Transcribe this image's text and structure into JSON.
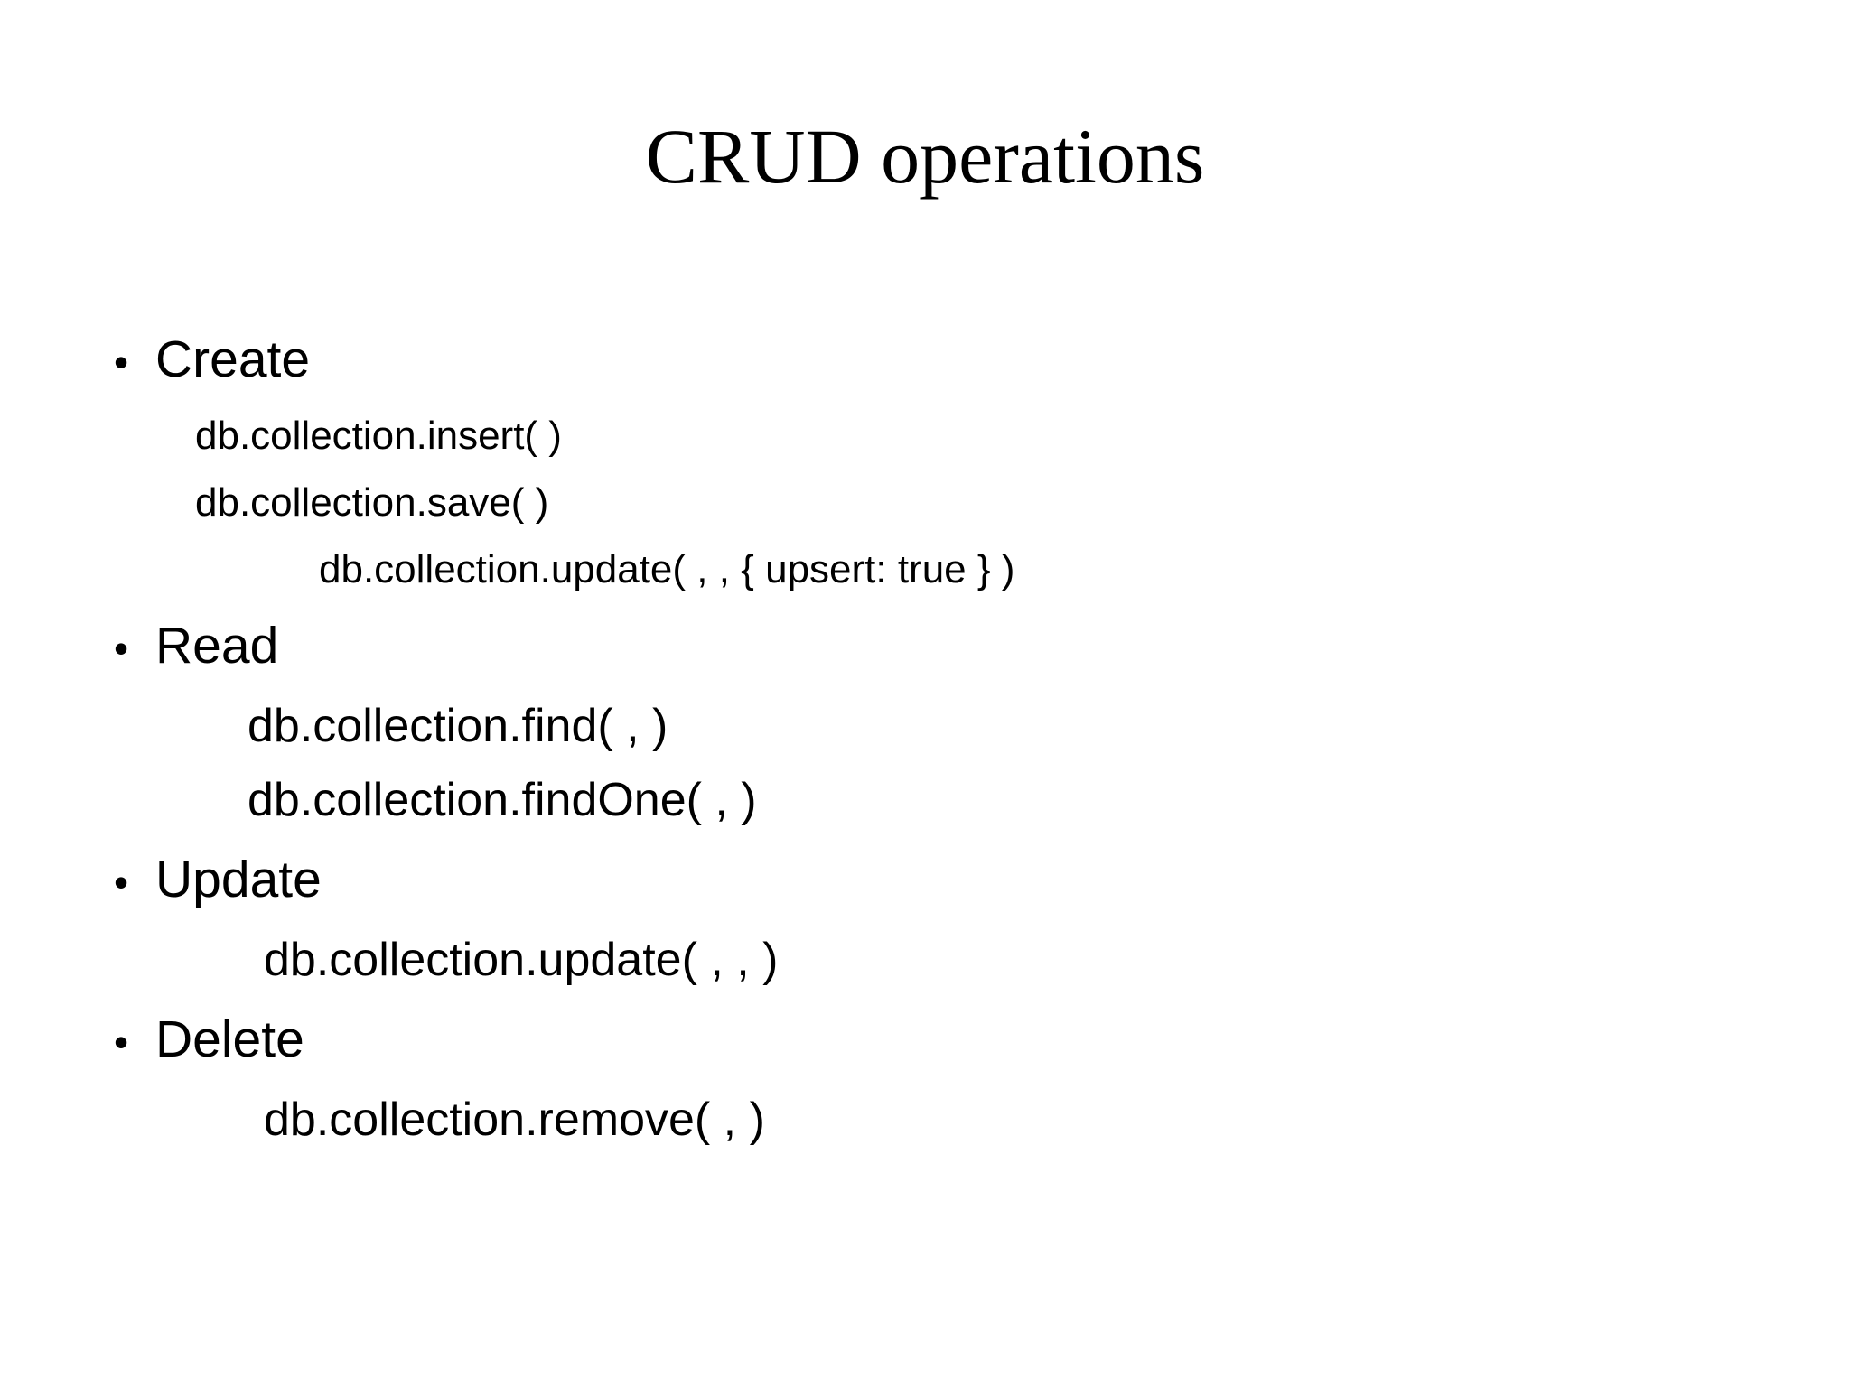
{
  "slide": {
    "title": "CRUD operations",
    "background_color": "#ffffff",
    "text_color": "#000000",
    "bullet_glyph": "•",
    "sections": [
      {
        "label": "Create",
        "lines": [
          "db.collection.insert( )",
          "db.collection.save( )",
          "db.collection.update( , , { upsert: true } )"
        ]
      },
      {
        "label": "Read",
        "lines": [
          "db.collection.find( , )",
          "db.collection.findOne( , )"
        ]
      },
      {
        "label": "Update",
        "lines": [
          "db.collection.update( , , )"
        ]
      },
      {
        "label": "Delete",
        "lines": [
          "db.collection.remove( , )"
        ]
      }
    ]
  }
}
